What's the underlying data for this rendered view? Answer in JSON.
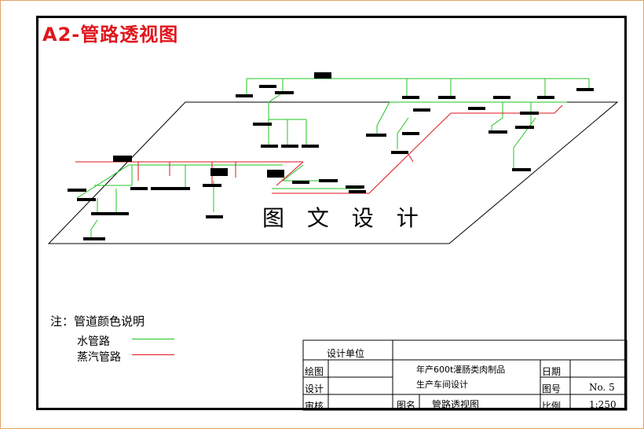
{
  "title": "A2-管路透视图",
  "watermark": "图 文 设 计",
  "legend": {
    "title": "注：管道颜色说明",
    "items": [
      {
        "label": "水管路",
        "color": "#22c422"
      },
      {
        "label": "蒸汽管路",
        "color": "#e0151d"
      }
    ]
  },
  "title_block": {
    "unit_label": "设计单位",
    "drawn_label": "绘图",
    "design_label": "设计",
    "review_label": "审核",
    "project_line1": "年产600t灌肠类肉制品",
    "project_line2": "生产车间设计",
    "drawing_name_label": "图名",
    "drawing_name": "管路透视图",
    "date_label": "日期",
    "number_label": "图号",
    "number_value": "No. 5",
    "scale_label": "比例",
    "scale_value": "1:250"
  }
}
